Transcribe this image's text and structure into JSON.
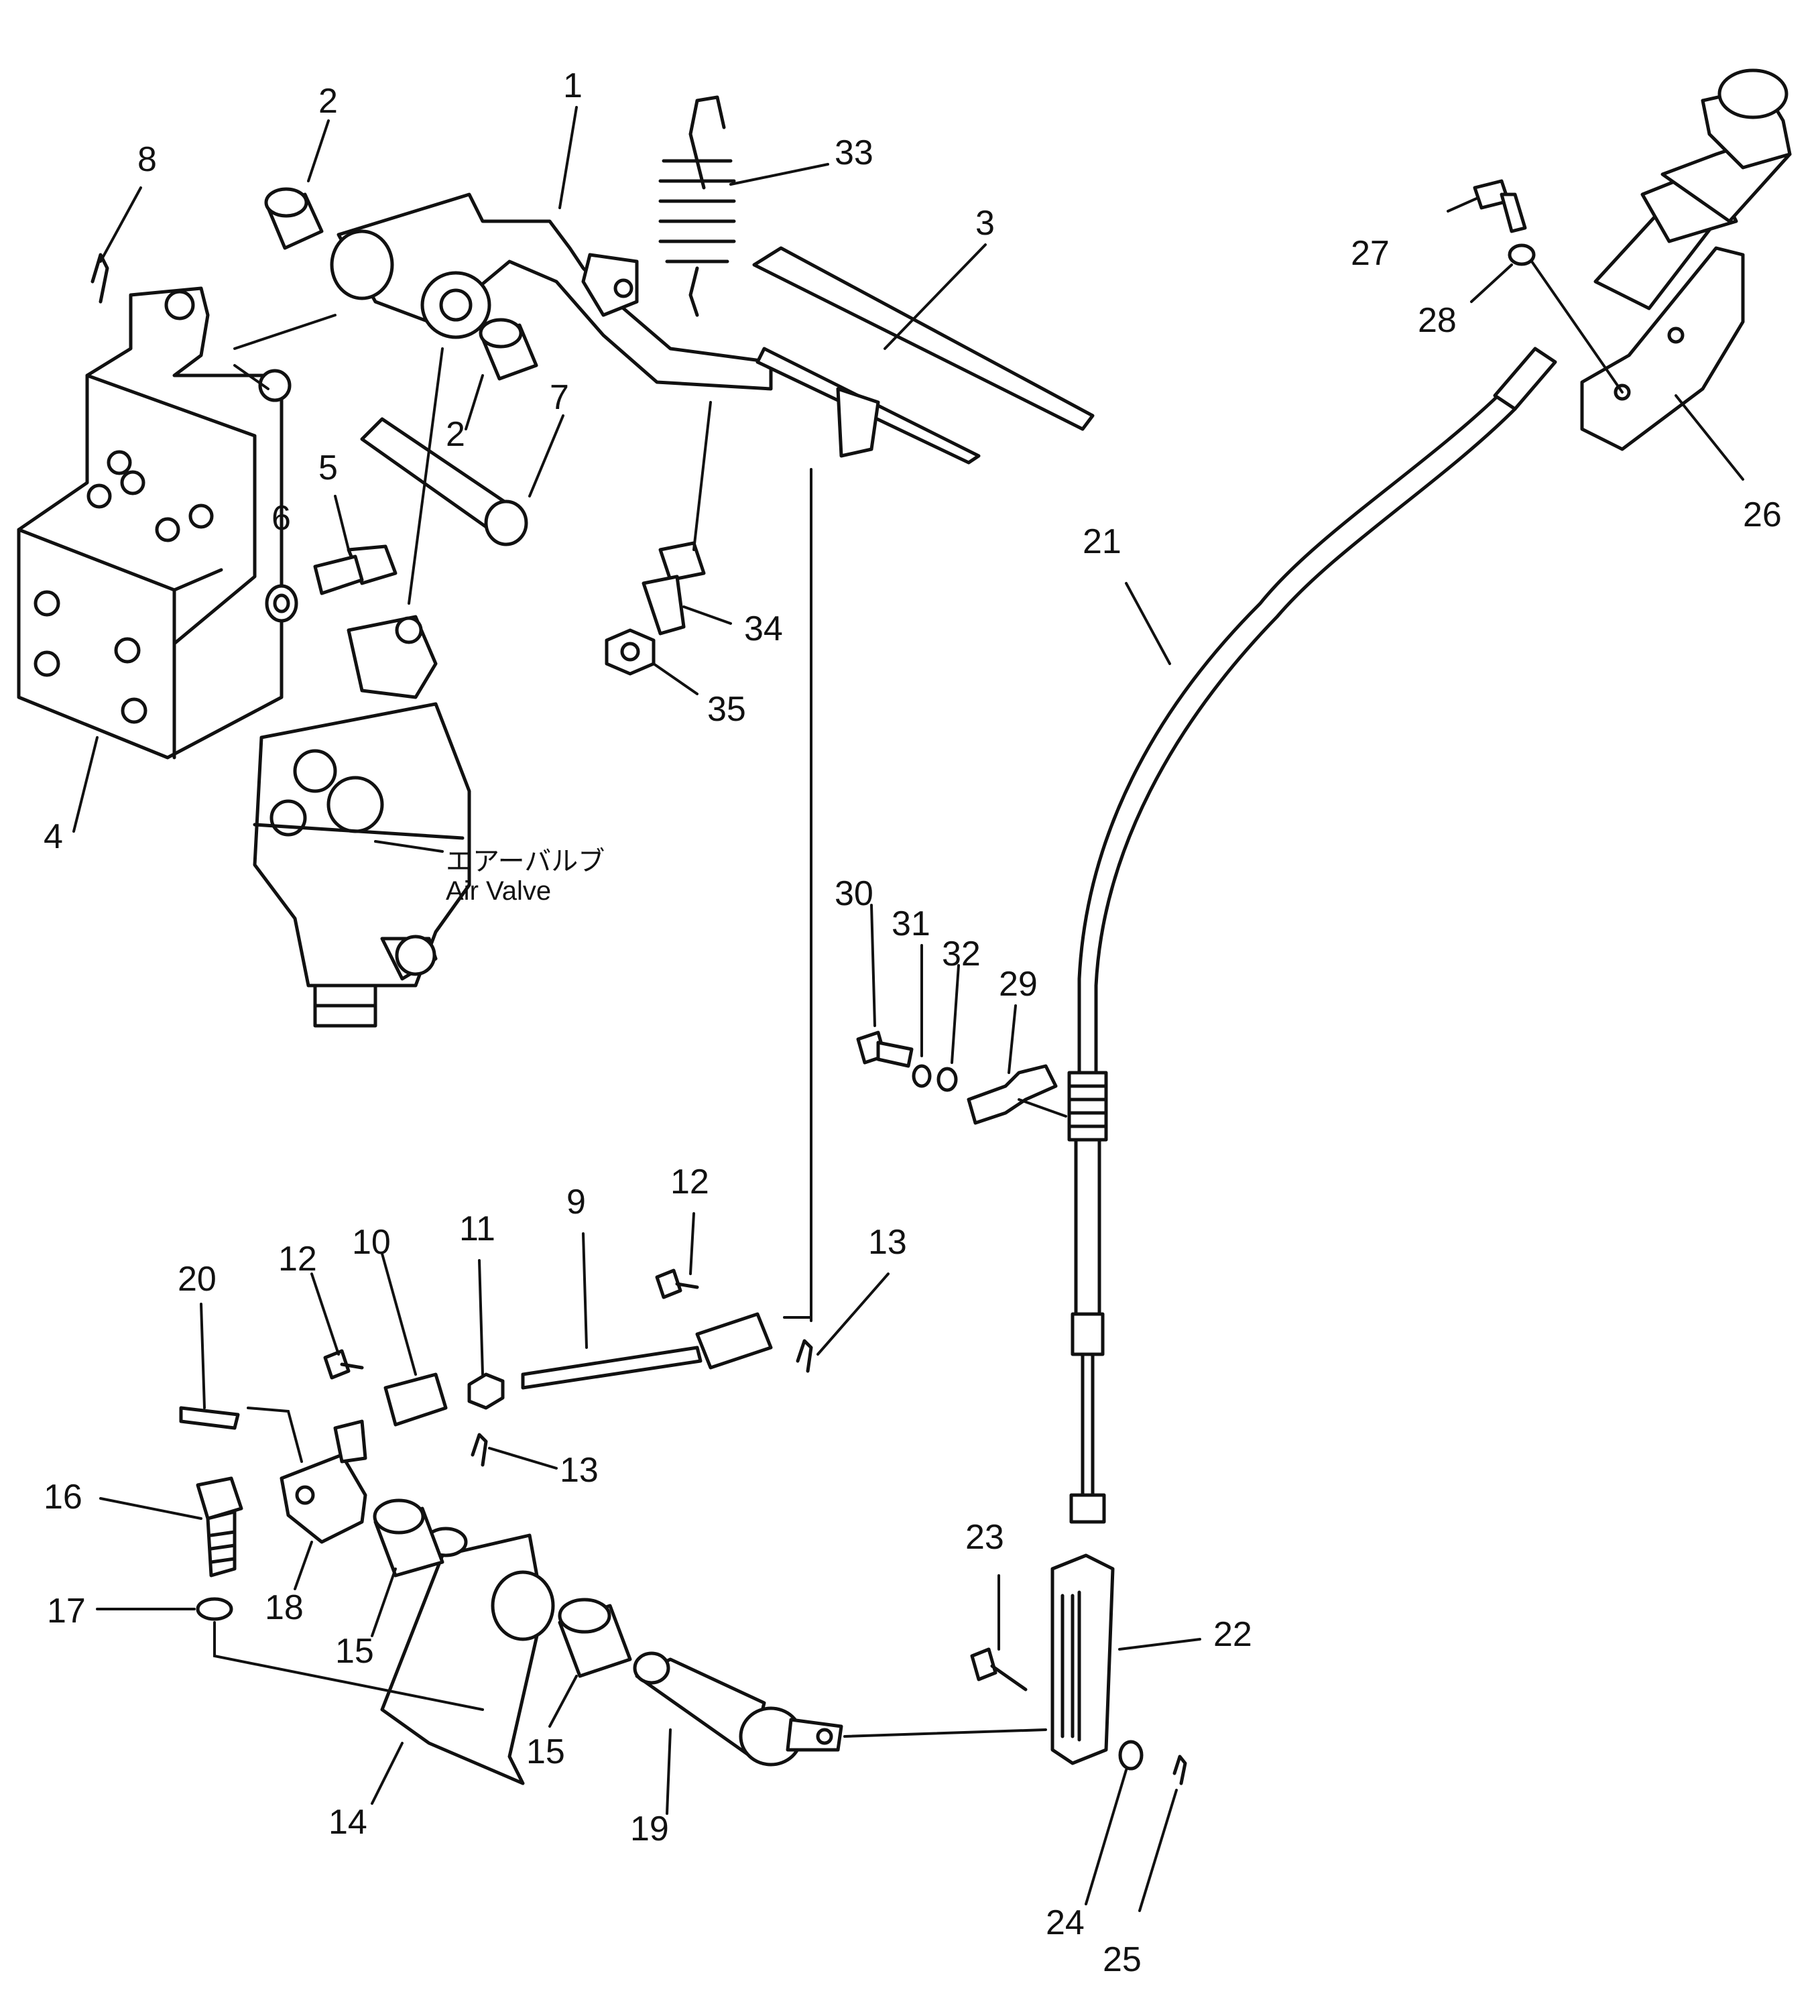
{
  "diagram": {
    "callouts": {
      "p1": "1",
      "p2a": "2",
      "p2b": "2",
      "p3": "3",
      "p4": "4",
      "p5": "5",
      "p6": "6",
      "p7": "7",
      "p8": "8",
      "p9": "9",
      "p10": "10",
      "p11": "11",
      "p12a": "12",
      "p12b": "12",
      "p13a": "13",
      "p13b": "13",
      "p14": "14",
      "p15a": "15",
      "p15b": "15",
      "p16": "16",
      "p17": "17",
      "p18": "18",
      "p19": "19",
      "p20": "20",
      "p21": "21",
      "p22": "22",
      "p23": "23",
      "p24": "24",
      "p25": "25",
      "p26": "26",
      "p27": "27",
      "p28": "28",
      "p29": "29",
      "p30": "30",
      "p31": "31",
      "p32": "32",
      "p33": "33",
      "p34": "34",
      "p35": "35"
    },
    "air_valve": {
      "label_jp": "エアーバルブ",
      "label_en": "Air  Valve"
    }
  }
}
